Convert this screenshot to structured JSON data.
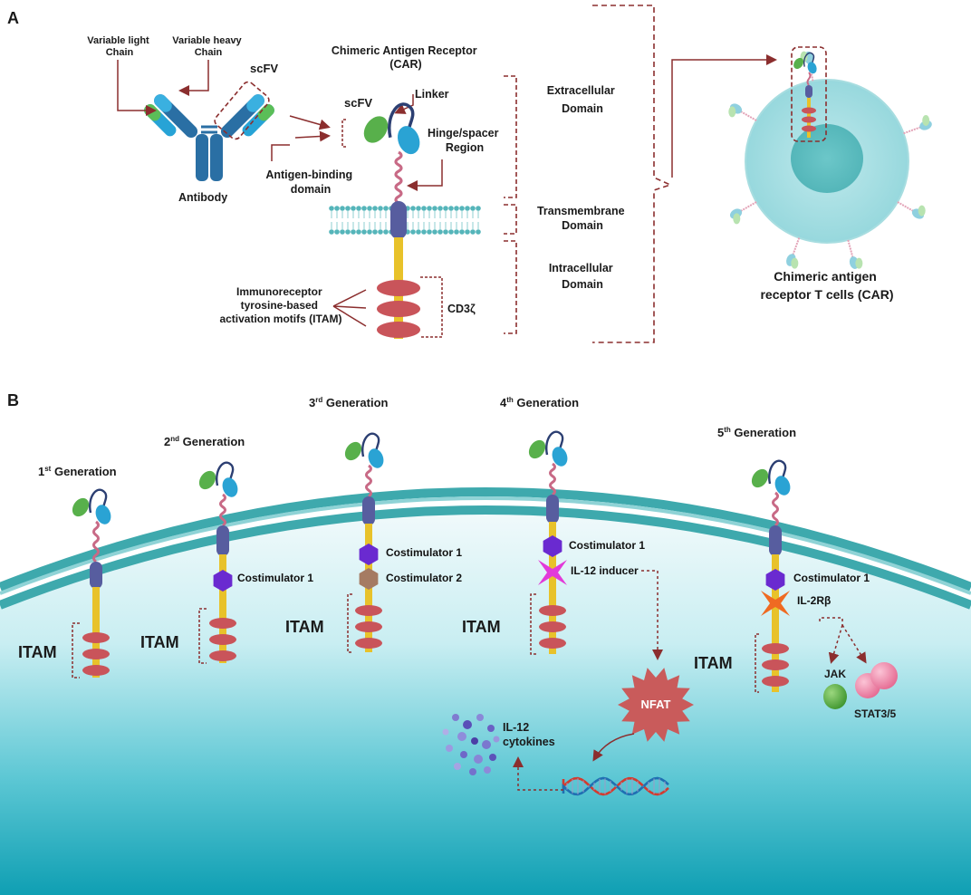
{
  "colors": {
    "dashed_brown": "#8b2e2e",
    "membrane_teal": "#4fb0b4",
    "cytoplasm_top": "#e8f6f8",
    "cytoplasm_bottom": "#10a3b6",
    "itam_red": "#c9545a",
    "cd3z_yellow": "#e8c22a",
    "hinge_pink": "#c86a86",
    "tm_navy": "#575d9f",
    "vh_blue": "#2aa3d4",
    "vl_green": "#58b04b",
    "costim_purple": "#6a2ad0",
    "costim2_brown": "#a57b63",
    "il12_magenta": "#e23ad9",
    "il2rb_orange": "#ef6a22",
    "nfat_red": "#c95b5b",
    "jak_green": "#59ad43",
    "stat_pink": "#ec7ea0"
  },
  "panel_a": {
    "letter": "A",
    "antibody": {
      "label": "Antibody",
      "light_chain": [
        "Variable light",
        "Chain"
      ],
      "heavy_chain": [
        "Variable heavy",
        "Chain"
      ],
      "scfv_label": "scFV"
    },
    "car": {
      "title": [
        "Chimeric Antigen Receptor",
        "(CAR)"
      ],
      "scfv_label": "scFV",
      "linker_label": "Linker",
      "hinge_label": [
        "Hinge/spacer",
        "Region"
      ],
      "antigen_binding_label": [
        "Antigen-binding",
        "domain"
      ],
      "itam_label": [
        "Immunoreceptor",
        "tyrosine-based",
        "activation motifs (ITAM)"
      ],
      "cd3z_label": "CD3ζ"
    },
    "domains": {
      "extracellular": [
        "Extracellular",
        "Domain"
      ],
      "transmembrane": [
        "Transmembrane",
        "Domain"
      ],
      "intracellular": [
        "Intracellular",
        "Domain"
      ]
    },
    "cart_label": [
      "Chimeric antigen",
      "receptor T cells (CAR)"
    ]
  },
  "panel_b": {
    "letter": "B",
    "gen1": {
      "num": "1",
      "sup": "st",
      "rest": " Generation"
    },
    "gen2": {
      "num": "2",
      "sup": "nd",
      "rest": " Generation"
    },
    "gen3": {
      "num": "3",
      "sup": "rd",
      "rest": " Generation"
    },
    "gen4": {
      "num": "4",
      "sup": "th",
      "rest": " Generation"
    },
    "gen5": {
      "num": "5",
      "sup": "th",
      "rest": " Generation"
    },
    "itam": "ITAM",
    "costim1": "Costimulator 1",
    "costim2": "Costimulator 2",
    "il12_inducer": "IL-12 inducer",
    "il2rb": "IL-2Rβ",
    "nfat": "NFAT",
    "il12_cytokines": [
      "IL-12",
      "cytokines"
    ],
    "jak": "JAK",
    "stat": "STAT3/5"
  }
}
